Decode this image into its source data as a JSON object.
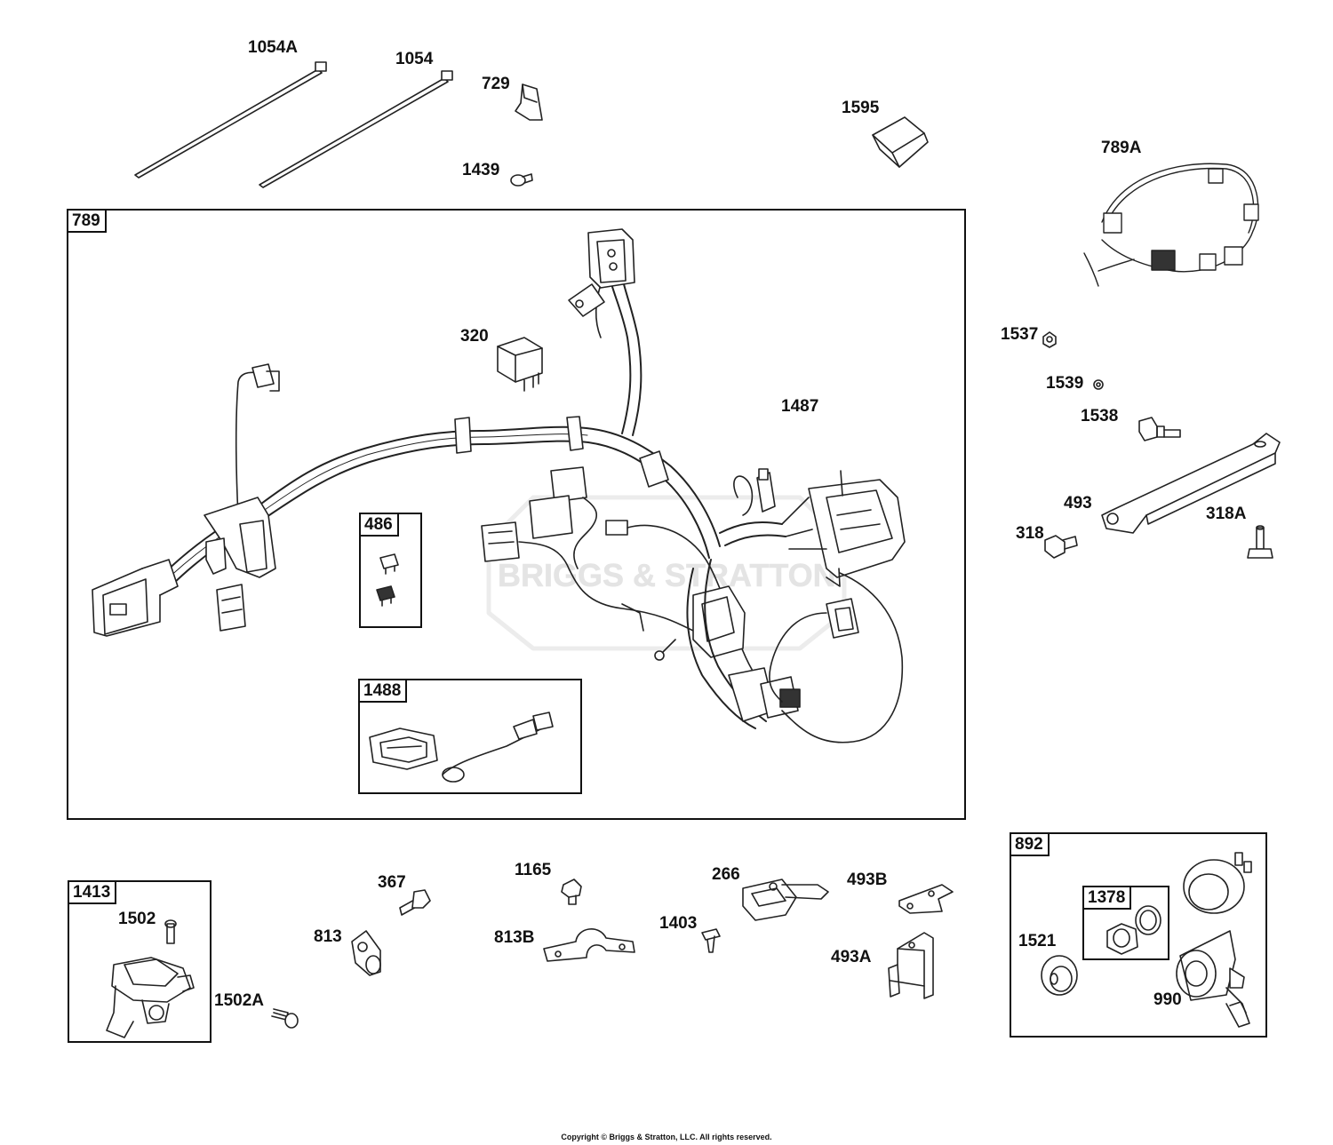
{
  "copyright": "Copyright © Briggs & Stratton, LLC. All rights reserved.",
  "watermark": "BRIGGS & STRATTON",
  "callouts": {
    "p1054A": "1054A",
    "p1054": "1054",
    "p729": "729",
    "p1439": "1439",
    "p1595": "1595",
    "p789A": "789A",
    "p320": "320",
    "p1487": "1487",
    "p1537": "1537",
    "p1539": "1539",
    "p1538": "1538",
    "p493": "493",
    "p318": "318",
    "p318A": "318A",
    "p1502": "1502",
    "p1502A": "1502A",
    "p367": "367",
    "p813": "813",
    "p1165": "1165",
    "p813B": "813B",
    "p266": "266",
    "p1403": "1403",
    "p493B": "493B",
    "p493A": "493A",
    "p1521": "1521",
    "p990": "990"
  },
  "boxes": {
    "b789": "789",
    "b486": "486",
    "b1488": "1488",
    "b1413": "1413",
    "b892": "892",
    "b1378": "1378"
  }
}
